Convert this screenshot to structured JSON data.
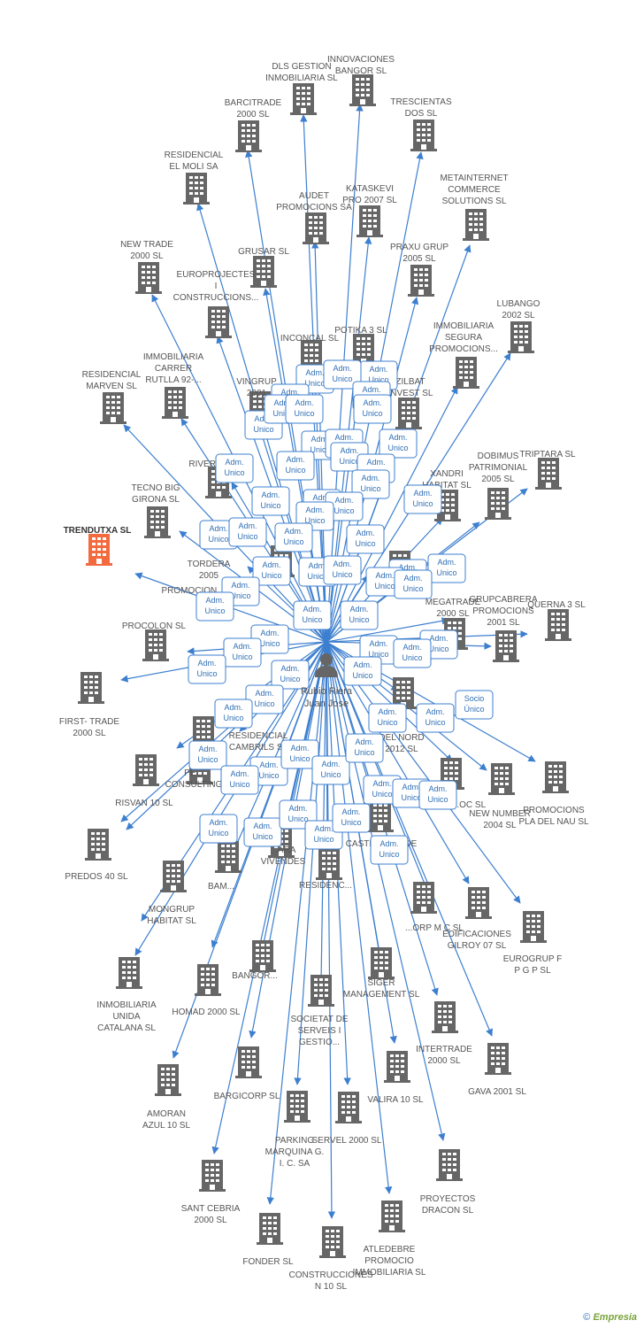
{
  "center": {
    "name_lines": [
      "Rubio Riera",
      "Juan Jose"
    ]
  },
  "footer": {
    "copyright": "©",
    "brand": "Empresia"
  },
  "colors": {
    "edge": "#3d7fcf",
    "building": "#666666",
    "highlight": "#f26a3e"
  },
  "nodes": [
    {
      "id": "innovaciones",
      "lines": [
        "INNOVACIONES",
        "BANGOR SL"
      ]
    },
    {
      "id": "dls",
      "lines": [
        "DLS GESTION",
        "INMOBILIARIA SL"
      ]
    },
    {
      "id": "barcitrade",
      "lines": [
        "BARCITRADE",
        "2000 SL"
      ]
    },
    {
      "id": "trescientas",
      "lines": [
        "TRESCIENTAS",
        "DOS SL"
      ]
    },
    {
      "id": "residencial-moli",
      "lines": [
        "RESIDENCIAL",
        "EL MOLI SA"
      ]
    },
    {
      "id": "metainternet",
      "lines": [
        "METAINTERNET",
        "COMMERCE",
        "SOLUTIONS SL"
      ]
    },
    {
      "id": "audet",
      "lines": [
        "AUDET",
        "PROMOCIONS SA"
      ]
    },
    {
      "id": "kataskevi",
      "lines": [
        "KATASKEVI",
        "PRO 2007 SL"
      ]
    },
    {
      "id": "new-trade",
      "lines": [
        "NEW TRADE",
        "2000 SL"
      ]
    },
    {
      "id": "grusar",
      "lines": [
        "GRUSAR SL"
      ]
    },
    {
      "id": "praxu",
      "lines": [
        "PRAXU GRUP",
        "2005 SL"
      ]
    },
    {
      "id": "europrojectes",
      "lines": [
        "EUROPROJECTES",
        "I",
        "CONSTRUCCIONS..."
      ]
    },
    {
      "id": "lubango",
      "lines": [
        "LUBANGO",
        "2002 SL"
      ]
    },
    {
      "id": "inconcal",
      "lines": [
        "INCONCAL SL"
      ]
    },
    {
      "id": "potika",
      "lines": [
        "POTIKA 3 SL"
      ]
    },
    {
      "id": "immob-segura",
      "lines": [
        "IMMOBILIARIA",
        "SEGURA",
        "PROMOCIONS..."
      ]
    },
    {
      "id": "residencial-marven",
      "lines": [
        "RESIDENCIAL",
        "MARVEN SL"
      ]
    },
    {
      "id": "immob-carrer",
      "lines": [
        "IMMOBILIARIA",
        "CARRER",
        "RUTLLA 92-..."
      ]
    },
    {
      "id": "vingrup",
      "lines": [
        "VINGRUP",
        "2001"
      ]
    },
    {
      "id": "zilbat",
      "lines": [
        "ZILBAT",
        "INVEST SL"
      ]
    },
    {
      "id": "river",
      "lines": [
        "RIVER L..."
      ]
    },
    {
      "id": "xandri",
      "lines": [
        "XANDRI",
        "HABITAT SL"
      ]
    },
    {
      "id": "dobimus",
      "lines": [
        "DOBIMUS",
        "PATRIMONIAL",
        "2005 SL"
      ]
    },
    {
      "id": "triptara",
      "lines": [
        "TRIPTARA SL"
      ]
    },
    {
      "id": "tecno-big",
      "lines": [
        "TECNO BIG",
        "GIRONA SL"
      ]
    },
    {
      "id": "trendutxa",
      "lines": [
        "TRENDUTXA SL"
      ],
      "highlight": true
    },
    {
      "id": "tordera",
      "lines": [
        "TORDERA",
        "2005"
      ]
    },
    {
      "id": "promocion",
      "lines": [
        "PROMOCION..."
      ]
    },
    {
      "id": "megatrade",
      "lines": [
        "MEGATRADE",
        "2000 SL"
      ]
    },
    {
      "id": "grupcabrera",
      "lines": [
        "GRUPCABRERA",
        "PROMOCIONS",
        "2001 SL"
      ]
    },
    {
      "id": "querna",
      "lines": [
        "QUERNA 3  SL"
      ]
    },
    {
      "id": "procolon",
      "lines": [
        "PROCOLON  SL"
      ]
    },
    {
      "id": "first-trade",
      "lines": [
        "FIRST- TRADE",
        "2000 SL"
      ]
    },
    {
      "id": "residencial-cambrils",
      "lines": [
        "RESIDENCIAL",
        "CAMBRILS SL"
      ]
    },
    {
      "id": "del-nord",
      "lines": [
        "DEL NORD",
        "2012  SL"
      ]
    },
    {
      "id": "pe-consulting",
      "lines": [
        "PE...",
        "CONSULTING"
      ]
    },
    {
      "id": "risvan",
      "lines": [
        "RISVAN 10 SL"
      ]
    },
    {
      "id": "oc",
      "lines": [
        "...OC SL"
      ]
    },
    {
      "id": "new-number",
      "lines": [
        "NEW NUMBER",
        "2004 SL"
      ]
    },
    {
      "id": "promocions-nau",
      "lines": [
        "PROMOCIONS",
        "PLA DEL NAU SL"
      ]
    },
    {
      "id": "predos",
      "lines": [
        "PREDOS 40 SL"
      ]
    },
    {
      "id": "vivendes",
      "lines": [
        "...ARA",
        "VIVENDES"
      ]
    },
    {
      "id": "castell",
      "lines": [
        "CASTELL TRADE"
      ]
    },
    {
      "id": "mongrup",
      "lines": [
        "MONGRUP",
        "HABITAT SL"
      ]
    },
    {
      "id": "bam",
      "lines": [
        "BAM..."
      ]
    },
    {
      "id": "residenc",
      "lines": [
        "RESIDENC..."
      ]
    },
    {
      "id": "corp-mc",
      "lines": [
        "...ORP M C SL"
      ]
    },
    {
      "id": "edificaciones",
      "lines": [
        "EDIFICACIONES",
        "GILROY 07 SL"
      ]
    },
    {
      "id": "eurogrup",
      "lines": [
        "EUROGRUP F",
        "P G P SL"
      ]
    },
    {
      "id": "immob-unida",
      "lines": [
        "INMOBILIARIA",
        "UNIDA",
        "CATALANA SL"
      ]
    },
    {
      "id": "homad",
      "lines": [
        "HOMAD 2000 SL"
      ]
    },
    {
      "id": "bangor",
      "lines": [
        "BANGOR..."
      ]
    },
    {
      "id": "siger",
      "lines": [
        "SIGER",
        "MANAGEMENT SL"
      ]
    },
    {
      "id": "societat",
      "lines": [
        "SOCIETAT DE",
        "SERVEIS I",
        "GESTIO..."
      ]
    },
    {
      "id": "intertrade",
      "lines": [
        "INTERTRADE",
        "2000 SL"
      ]
    },
    {
      "id": "gava",
      "lines": [
        "GAVA 2001 SL"
      ]
    },
    {
      "id": "amoran",
      "lines": [
        "AMORAN",
        "AZUL 10 SL"
      ]
    },
    {
      "id": "bargicorp",
      "lines": [
        "BARGICORP SL"
      ]
    },
    {
      "id": "valira",
      "lines": [
        "VALIRA 10 SL"
      ]
    },
    {
      "id": "parking",
      "lines": [
        "PARKING",
        "MARQUINA G.",
        "I. C. SA"
      ]
    },
    {
      "id": "servel",
      "lines": [
        "SERVEL 2000 SL"
      ]
    },
    {
      "id": "proyectos-dracon",
      "lines": [
        "PROYECTOS",
        "DRACON SL"
      ]
    },
    {
      "id": "sant-cebria",
      "lines": [
        "SANT CEBRIA",
        "2000 SL"
      ]
    },
    {
      "id": "fonder",
      "lines": [
        "FONDER SL"
      ]
    },
    {
      "id": "construccions-n10",
      "lines": [
        "CONSTRUCCIONES",
        "N 10 SL"
      ]
    },
    {
      "id": "atledebre",
      "lines": [
        "ATLEDEBRE",
        "PROMOCIO",
        "IMMOBILIARIA SL"
      ]
    }
  ],
  "edge_labels": [
    {
      "lines": [
        "Adm.",
        "Unico"
      ]
    },
    {
      "lines": [
        "Adm.",
        "Unico"
      ]
    },
    {
      "lines": [
        "Adm.",
        "Unico"
      ]
    },
    {
      "lines": [
        "Adm.",
        "Unico"
      ]
    },
    {
      "lines": [
        "Adm.",
        "Unico"
      ]
    },
    {
      "lines": [
        "Adm.",
        "Unico"
      ]
    },
    {
      "lines": [
        "Adm.",
        "Unico"
      ]
    },
    {
      "lines": [
        "Adm.",
        "Unico"
      ]
    },
    {
      "lines": [
        "Adm.",
        "Unico"
      ]
    },
    {
      "lines": [
        "Adm.",
        "Unico"
      ]
    },
    {
      "lines": [
        "Adm.",
        "Unico"
      ]
    },
    {
      "lines": [
        "Adm.",
        "Unico"
      ]
    },
    {
      "lines": [
        "Adm.",
        "Unico"
      ]
    },
    {
      "lines": [
        "Adm.",
        "Unico"
      ]
    },
    {
      "lines": [
        "Adm.",
        "Unico"
      ]
    },
    {
      "lines": [
        "Adm.",
        "Unico"
      ]
    },
    {
      "lines": [
        "Adm.",
        "Unico"
      ]
    },
    {
      "lines": [
        "Adm.",
        "Unico"
      ]
    },
    {
      "lines": [
        "Adm.",
        "Unico"
      ]
    },
    {
      "lines": [
        "Adm.",
        "Unico"
      ]
    },
    {
      "lines": [
        "Adm.",
        "Unico"
      ]
    },
    {
      "lines": [
        "Adm.",
        "Unico"
      ]
    },
    {
      "lines": [
        "Adm.",
        "Unico"
      ]
    },
    {
      "lines": [
        "Adm.",
        "Unico"
      ]
    },
    {
      "lines": [
        "Adm.",
        "Unico"
      ]
    },
    {
      "lines": [
        "Adm.",
        "Unico"
      ]
    },
    {
      "lines": [
        "Adm.",
        "Unico"
      ]
    },
    {
      "lines": [
        "Adm.",
        "Unico"
      ]
    },
    {
      "lines": [
        "Adm.",
        "Unico"
      ]
    },
    {
      "lines": [
        "Adm.",
        "Unico"
      ]
    },
    {
      "lines": [
        "Adm.",
        "Unico"
      ]
    },
    {
      "lines": [
        "Adm.",
        "Unico"
      ]
    },
    {
      "lines": [
        "Adm.",
        "Unico"
      ]
    },
    {
      "lines": [
        "Adm.",
        "Unico"
      ]
    },
    {
      "lines": [
        "Adm.",
        "Unico"
      ]
    },
    {
      "lines": [
        "Adm.",
        "Unico"
      ]
    },
    {
      "lines": [
        "Adm.",
        "Unico"
      ]
    },
    {
      "lines": [
        "Adm.",
        "Unico"
      ]
    },
    {
      "lines": [
        "Adm.",
        "Unico"
      ]
    },
    {
      "lines": [
        "Adm.",
        "Unico"
      ]
    },
    {
      "lines": [
        "Adm.",
        "Unico"
      ]
    },
    {
      "lines": [
        "Adm.",
        "Unico"
      ]
    },
    {
      "lines": [
        "Adm.",
        "Unico"
      ]
    },
    {
      "lines": [
        "Adm.",
        "Unico"
      ]
    },
    {
      "lines": [
        "Adm.",
        "Unico"
      ]
    },
    {
      "lines": [
        "Adm.",
        "Unico"
      ]
    },
    {
      "lines": [
        "Adm.",
        "Unico"
      ]
    },
    {
      "lines": [
        "Adm.",
        "Unico"
      ]
    },
    {
      "lines": [
        "Adm.",
        "Unico"
      ]
    },
    {
      "lines": [
        "Adm.",
        "Unico"
      ]
    },
    {
      "lines": [
        "Adm.",
        "Unico"
      ]
    },
    {
      "lines": [
        "Adm.",
        "Unico"
      ]
    },
    {
      "lines": [
        "Adm.",
        "Unico"
      ]
    },
    {
      "lines": [
        "Adm.",
        "Unico"
      ]
    },
    {
      "lines": [
        "Adm.",
        "Unico"
      ]
    },
    {
      "lines": [
        "Adm.",
        "Unico"
      ]
    },
    {
      "lines": [
        "Adm.",
        "Unico"
      ]
    },
    {
      "lines": [
        "Adm.",
        "Unico"
      ]
    },
    {
      "lines": [
        "Adm.",
        "Unico"
      ]
    },
    {
      "lines": [
        "Adm.",
        "Unico"
      ]
    },
    {
      "lines": [
        "Adm.",
        "Unico"
      ]
    },
    {
      "lines": [
        "Adm.",
        "Unico"
      ]
    },
    {
      "lines": [
        "Adm.",
        "Unico"
      ]
    },
    {
      "lines": [
        "Adm.",
        "Unico"
      ]
    },
    {
      "lines": [
        "Socio",
        "Único"
      ]
    }
  ]
}
